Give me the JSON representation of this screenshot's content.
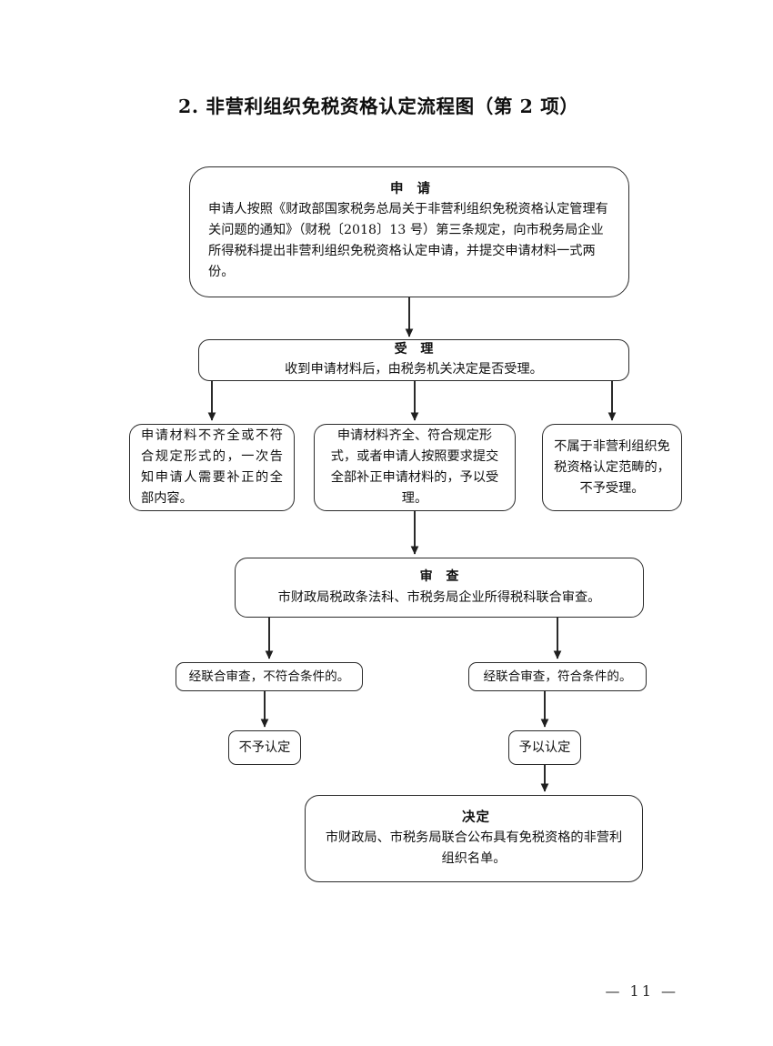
{
  "document": {
    "title": "2. 非营利组织免税资格认定流程图（第 2 项）",
    "page_number": "— 11 —"
  },
  "colors": {
    "box_border": "#2b2b2b",
    "text": "#111111",
    "connector": "#1f1f1f",
    "background": "#ffffff"
  },
  "flowchart": {
    "type": "flowchart",
    "nodes": [
      {
        "id": "apply",
        "heading": "申 请",
        "body": "申请人按照《财政部国家税务总局关于非营利组织免税资格认定管理有关问题的通知》（财税〔2018〕13 号）第三条规定，向市税务局企业所得税科提出非营利组织免税资格认定申请，并提交申请材料一式两份。"
      },
      {
        "id": "accept",
        "heading": "受 理",
        "body": "收到申请材料后，由税务机关决定是否受理。"
      },
      {
        "id": "incomplete",
        "heading": "",
        "body": "申请材料不齐全或不符合规定形式的，一次告知申请人需要补正的全部内容。"
      },
      {
        "id": "complete",
        "heading": "",
        "body": "申请材料齐全、符合规定形式，或者申请人按照要求提交全部补正申请材料的，予以受理。"
      },
      {
        "id": "outscope",
        "heading": "",
        "body": "不属于非营利组织免税资格认定范畴的，不予受理。"
      },
      {
        "id": "review",
        "heading": "审 查",
        "body": "市财政局税政条法科、市税务局企业所得税科联合审查。"
      },
      {
        "id": "cond_fail",
        "heading": "",
        "body": "经联合审查，不符合条件的。"
      },
      {
        "id": "cond_pass",
        "heading": "",
        "body": "经联合审查，符合条件的。"
      },
      {
        "id": "reject",
        "heading": "",
        "body": "不予认定"
      },
      {
        "id": "approve",
        "heading": "",
        "body": "予以认定"
      },
      {
        "id": "decision",
        "heading": "决定",
        "body": "市财政局、市税务局联合公布具有免税资格的非营利组织名单。"
      }
    ],
    "edges": [
      {
        "from": "apply",
        "to": "accept"
      },
      {
        "from": "accept",
        "to": "incomplete"
      },
      {
        "from": "accept",
        "to": "complete"
      },
      {
        "from": "accept",
        "to": "outscope"
      },
      {
        "from": "complete",
        "to": "review"
      },
      {
        "from": "review",
        "to": "cond_fail"
      },
      {
        "from": "review",
        "to": "cond_pass"
      },
      {
        "from": "cond_fail",
        "to": "reject"
      },
      {
        "from": "cond_pass",
        "to": "approve"
      },
      {
        "from": "approve",
        "to": "decision"
      }
    ]
  }
}
